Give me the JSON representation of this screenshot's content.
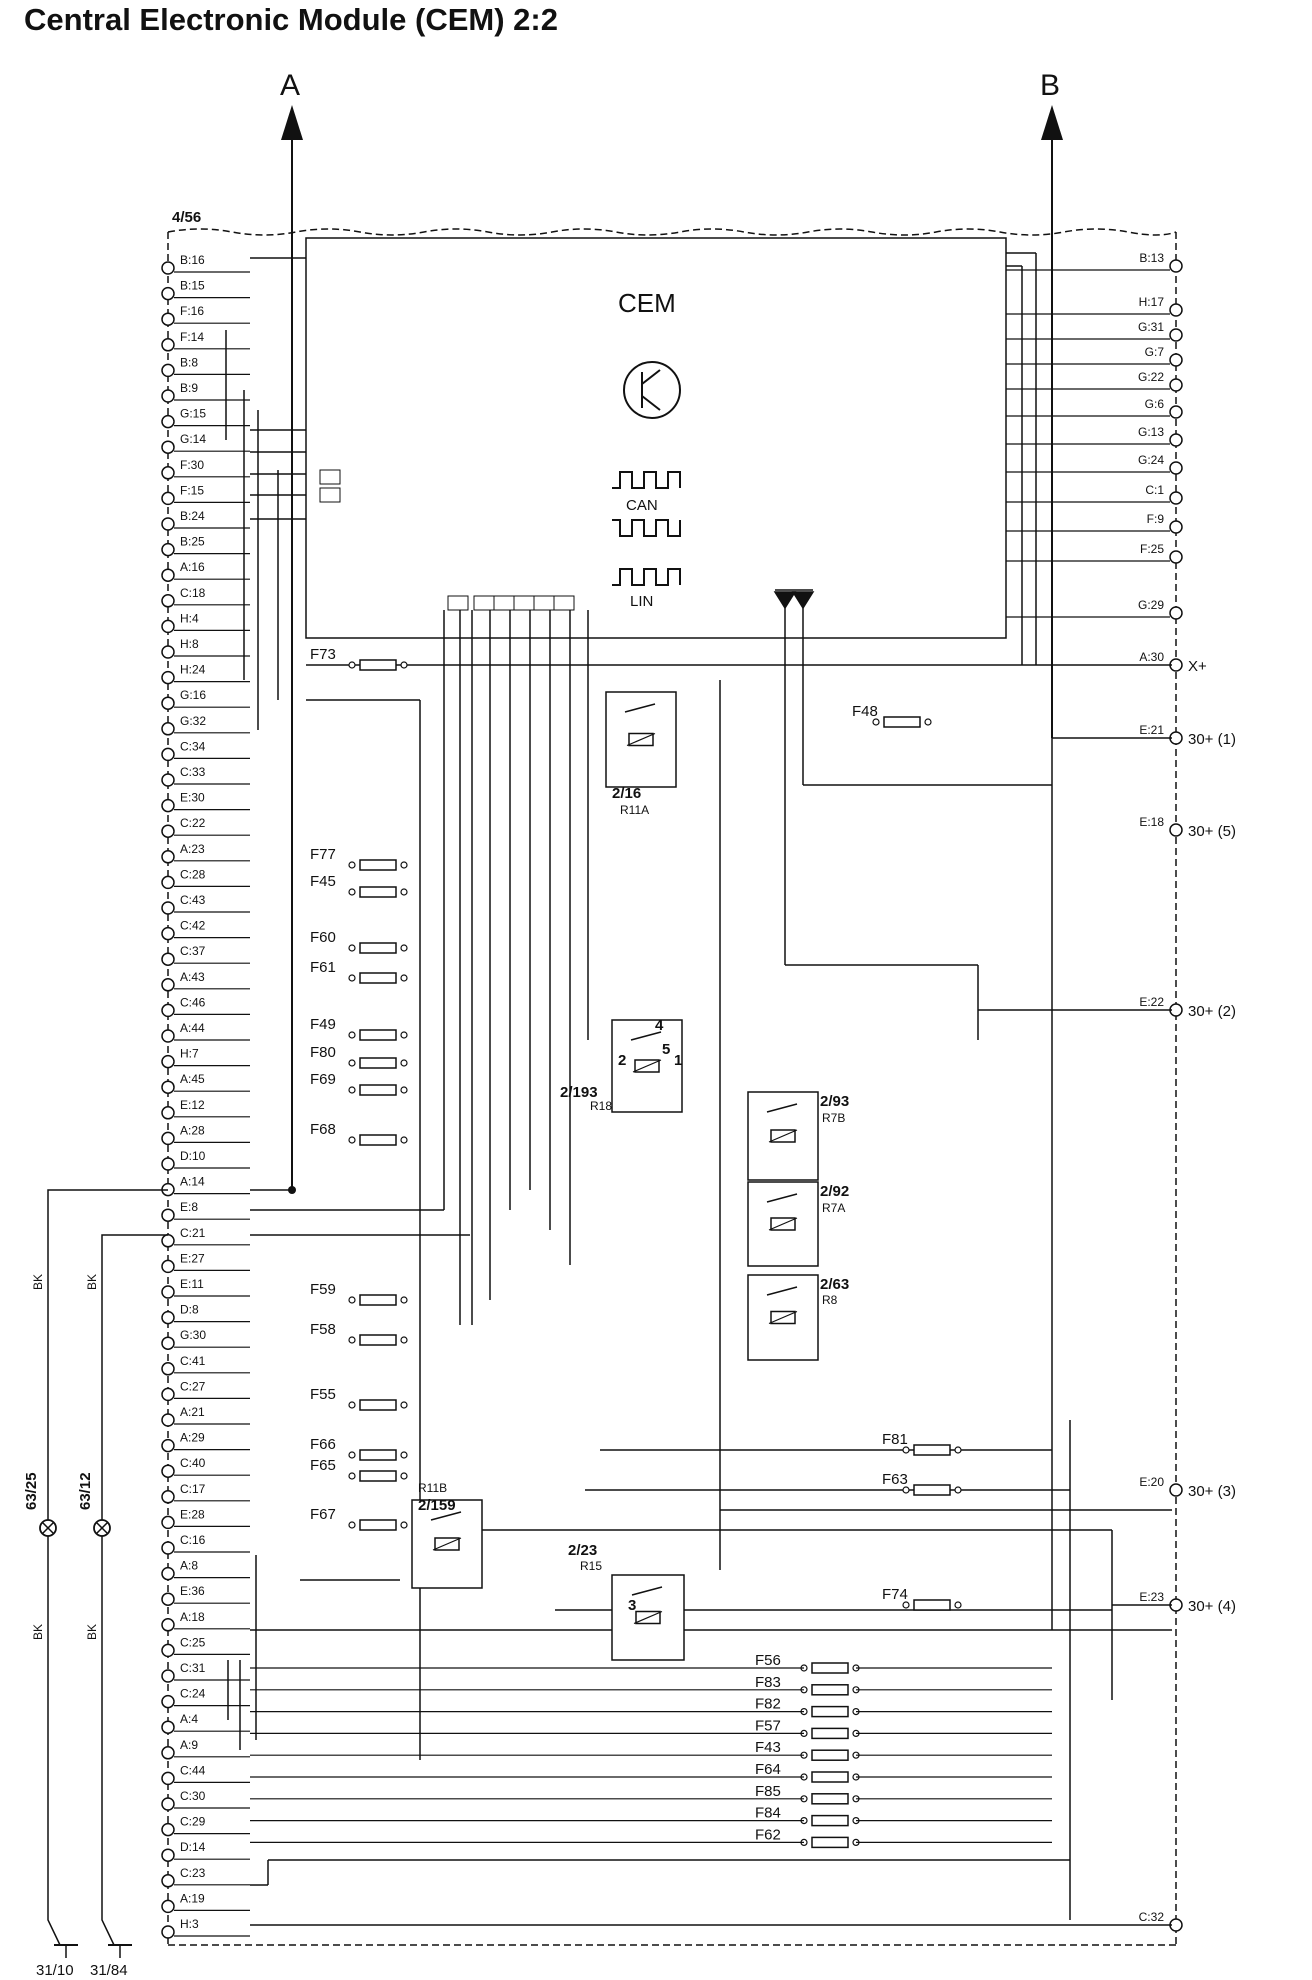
{
  "title": "Central Electronic Module (CEM) 2:2",
  "module_ref": "4/56",
  "cem": {
    "label": "CEM",
    "can_label": "CAN",
    "lin_label": "LIN"
  },
  "arrows": {
    "left": "A",
    "right": "B"
  },
  "left_pins": [
    "B:16",
    "B:15",
    "F:16",
    "F:14",
    "B:8",
    "B:9",
    "G:15",
    "G:14",
    "F:30",
    "F:15",
    "B:24",
    "B:25",
    "A:16",
    "C:18",
    "H:4",
    "H:8",
    "H:24",
    "G:16",
    "G:32",
    "C:34",
    "C:33",
    "E:30",
    "C:22",
    "A:23",
    "C:28",
    "C:43",
    "C:42",
    "C:37",
    "A:43",
    "C:46",
    "A:44",
    "H:7",
    "A:45",
    "E:12",
    "A:28",
    "D:10",
    "A:14",
    "E:8",
    "C:21",
    "E:27",
    "E:11",
    "D:8",
    "G:30",
    "C:41",
    "C:27",
    "A:21",
    "A:29",
    "C:40",
    "C:17",
    "E:28",
    "C:16",
    "A:8",
    "E:36",
    "A:18",
    "C:25",
    "C:31",
    "C:24",
    "A:4",
    "A:9",
    "C:44",
    "C:30",
    "C:29",
    "D:14",
    "C:23",
    "A:19",
    "H:3"
  ],
  "right_pins": [
    "B:13",
    "H:17",
    "G:31",
    "G:7",
    "G:22",
    "G:6",
    "G:13",
    "G:24",
    "C:1",
    "F:9",
    "F:25",
    "G:29",
    "A:30",
    "E:21",
    "E:18",
    "E:22",
    "E:20",
    "E:23",
    "C:32"
  ],
  "supplies": [
    {
      "pin": "A:30",
      "label": "X+"
    },
    {
      "pin": "E:21",
      "label": "30+ (1)"
    },
    {
      "pin": "E:18",
      "label": "30+ (5)"
    },
    {
      "pin": "E:22",
      "label": "30+ (2)"
    },
    {
      "pin": "E:20",
      "label": "30+ (3)"
    },
    {
      "pin": "E:23",
      "label": "30+ (4)"
    }
  ],
  "fuses_left": [
    "F73",
    "F77",
    "F45",
    "F60",
    "F61",
    "F49",
    "F80",
    "F69",
    "F68",
    "F59",
    "F58",
    "F55",
    "F66",
    "F65",
    "F67"
  ],
  "fuses_right": [
    "F48",
    "F81",
    "F63",
    "F74"
  ],
  "fuses_bottom": [
    "F56",
    "F83",
    "F82",
    "F57",
    "F43",
    "F64",
    "F85",
    "F84",
    "F62"
  ],
  "relays": [
    {
      "id": "2/16",
      "sub": "R11A"
    },
    {
      "id": "2/193",
      "sub": "R18"
    },
    {
      "id": "2/93",
      "sub": "R7B"
    },
    {
      "id": "2/92",
      "sub": "R7A"
    },
    {
      "id": "2/63",
      "sub": "R8"
    },
    {
      "id": "2/159",
      "sub": "R11B"
    },
    {
      "id": "2/23",
      "sub": "R15"
    }
  ],
  "relay_pins": [
    "4",
    "5",
    "2",
    "1",
    "3"
  ],
  "ground": {
    "wire_color": "BK",
    "connectors": [
      "63/25",
      "63/12"
    ],
    "points": [
      "31/10",
      "31/84"
    ]
  }
}
